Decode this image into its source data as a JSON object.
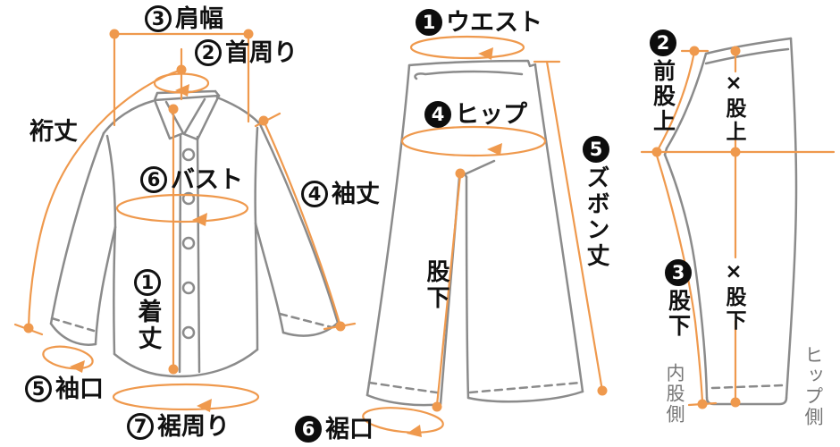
{
  "diagram_title": "clothing-measurement-guide",
  "colors": {
    "accent_orange": "#EF994D",
    "garment_gray": "#8B8B8B",
    "label_black": "#111111",
    "muted_gray": "#767676",
    "background": "#FFFFFF"
  },
  "shirt": {
    "length": {
      "num": "1",
      "text": "着丈"
    },
    "neck": {
      "num": "2",
      "text": "首周り"
    },
    "shoulder": {
      "num": "3",
      "text": "肩幅"
    },
    "sleeve": {
      "num": "4",
      "text": "袖丈"
    },
    "cuff": {
      "num": "5",
      "text": "袖口"
    },
    "bust": {
      "num": "6",
      "text": "バスト"
    },
    "hem": {
      "num": "7",
      "text": "裾周り"
    },
    "yuki": {
      "text": "裄丈"
    }
  },
  "pants_front": {
    "waist": {
      "num": "1",
      "text": "ウエスト"
    },
    "hip": {
      "num": "4",
      "text": "ヒップ"
    },
    "length": {
      "num": "5",
      "text": "ズボン丈"
    },
    "hem": {
      "num": "6",
      "text": "裾口"
    },
    "inseam": {
      "text": "股下"
    }
  },
  "pants_side": {
    "front_rise": {
      "num": "2",
      "text": "前股上"
    },
    "inseam": {
      "num": "3",
      "text": "股下"
    },
    "rise_ref": {
      "text": "×股上"
    },
    "inseam_ref": {
      "text": "×股下"
    },
    "inner_side": {
      "text": "内股側"
    },
    "hip_side": {
      "text": "ヒップ側"
    }
  }
}
